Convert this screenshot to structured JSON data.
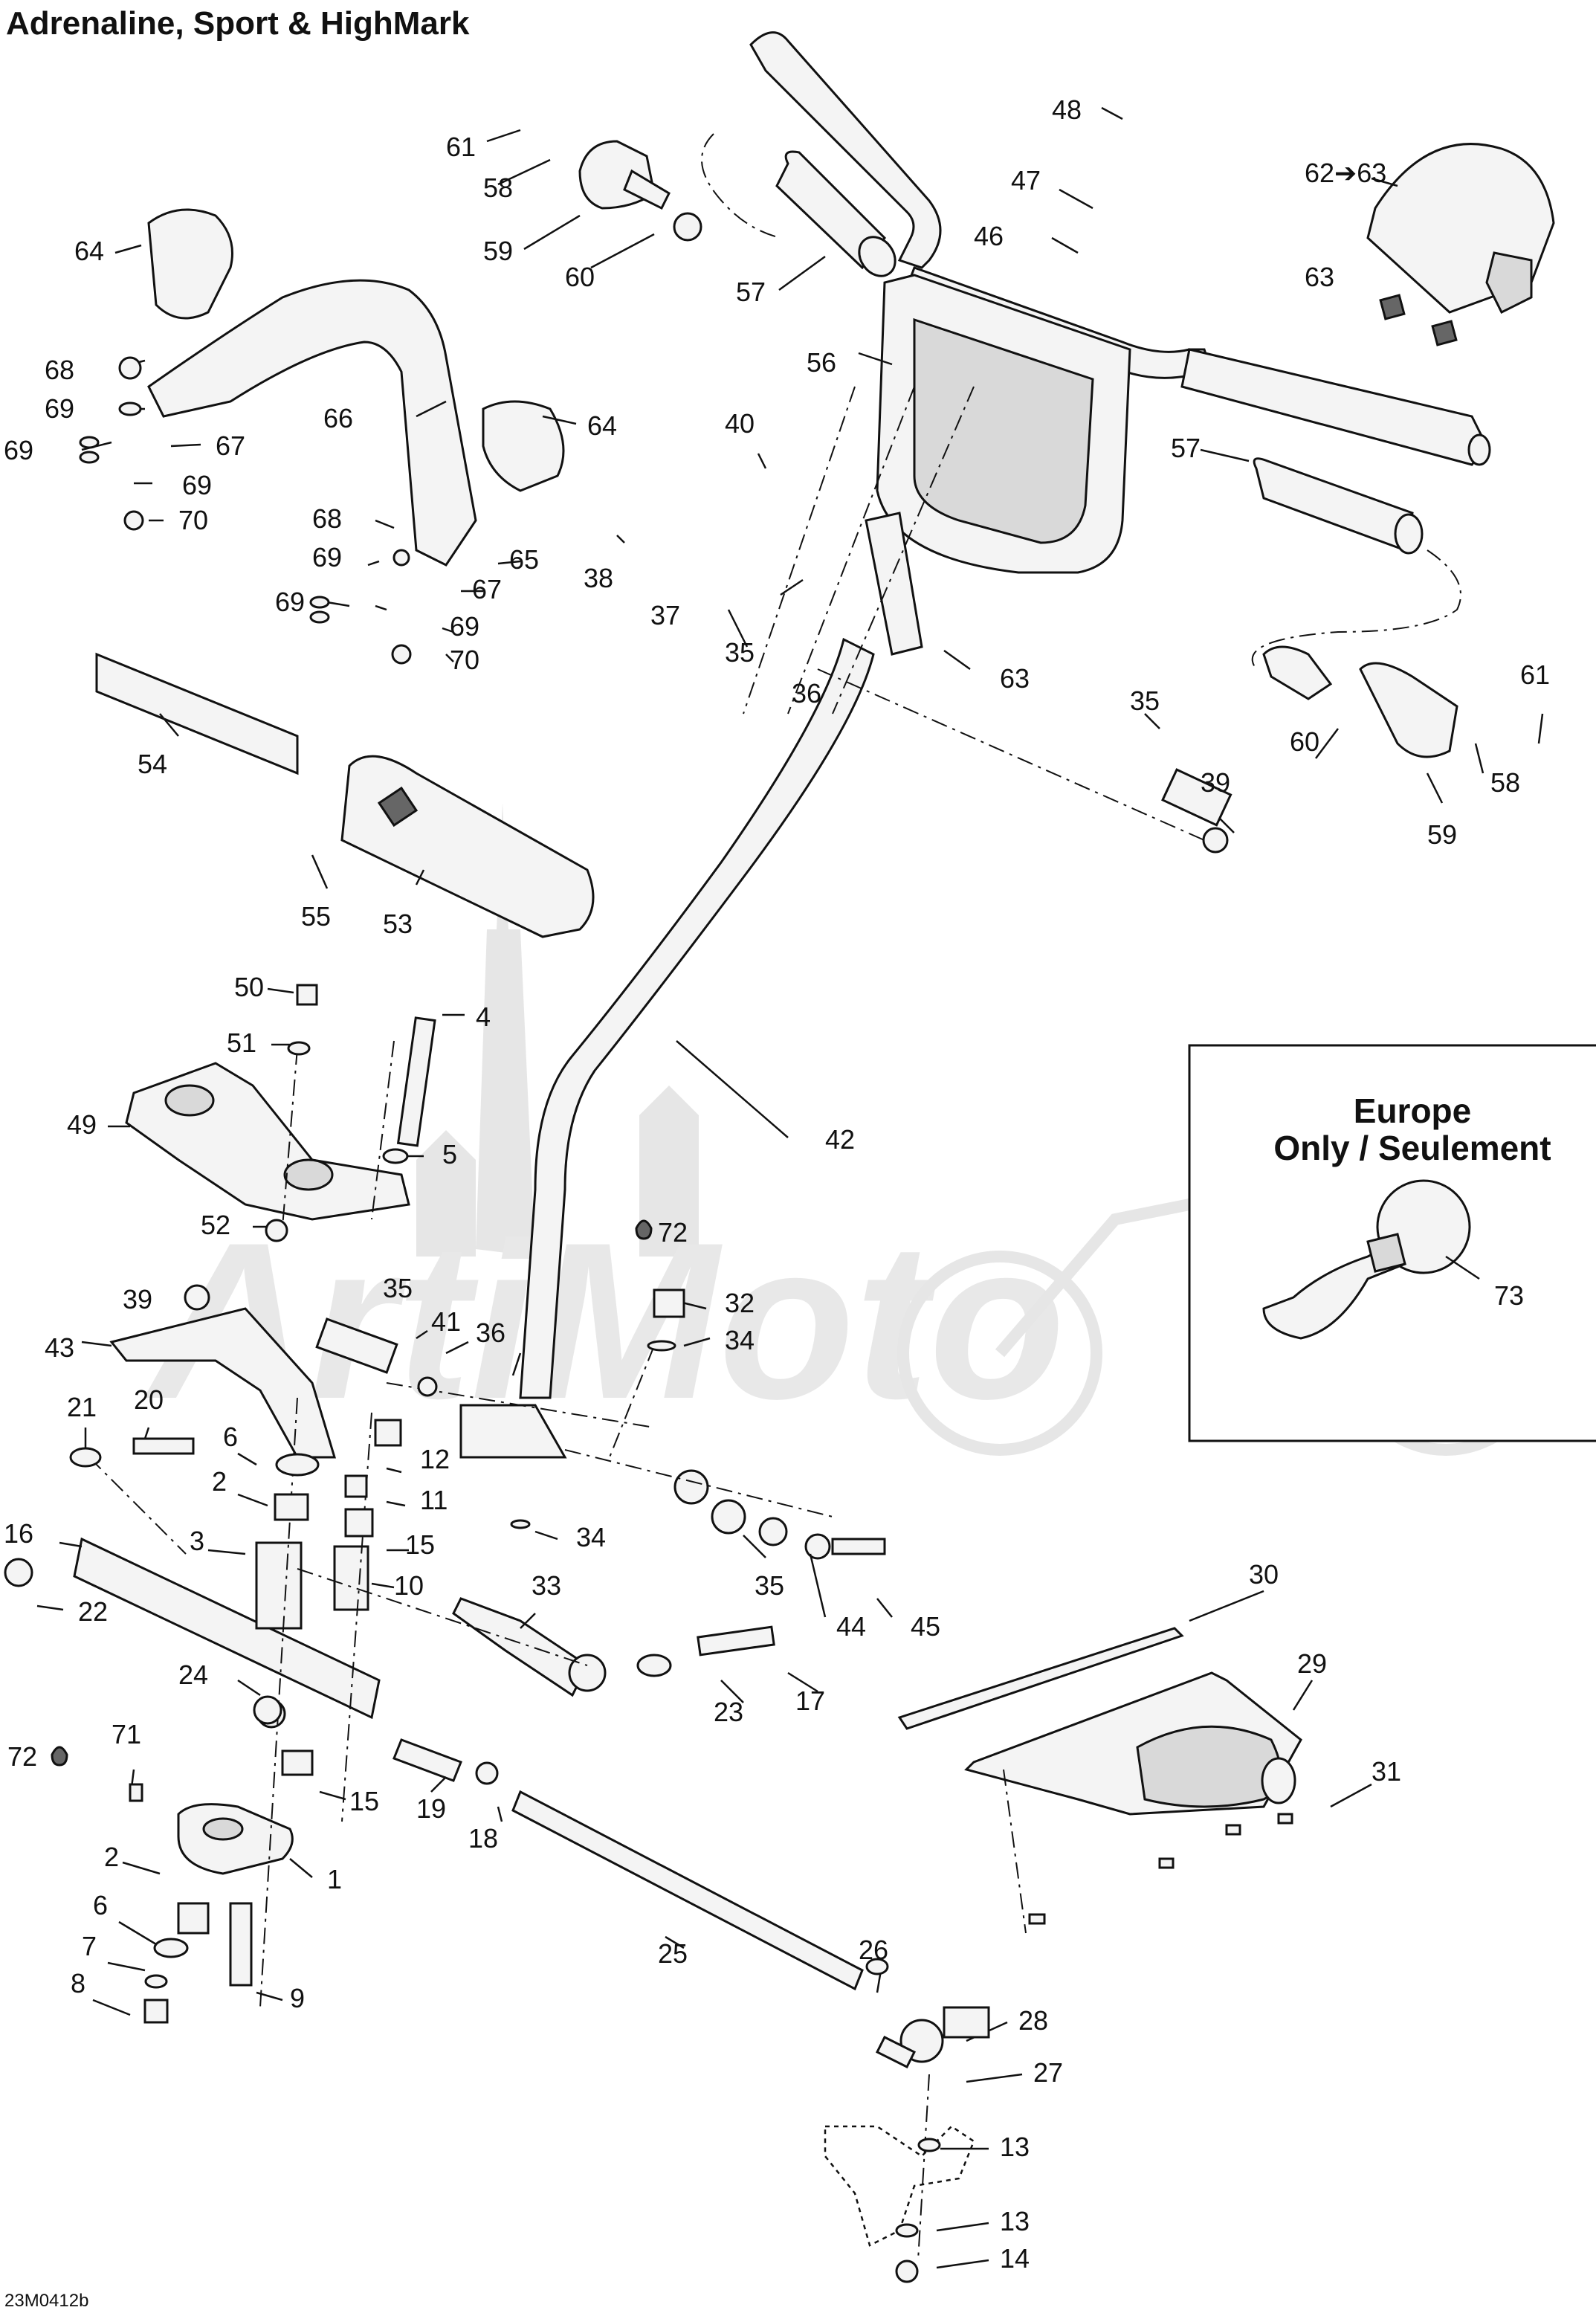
{
  "title": "Adrenaline, Sport & HighMark",
  "drawing_code": "23M0412b",
  "inset": {
    "title_line1": "Europe",
    "title_line2": "Only / Seulement",
    "label": "73"
  },
  "watermark": "ArtiMoto",
  "callouts": {
    "c61a": "61",
    "c58a": "58",
    "c59a": "59",
    "c60a": "60",
    "c57a": "57",
    "c48": "48",
    "c47": "47",
    "c46": "46",
    "c6263": "62➔63",
    "c63a": "63",
    "c64a": "64",
    "c68a": "68",
    "c69a": "69",
    "c69b": "69",
    "c67a": "67",
    "c69c": "69",
    "c70a": "70",
    "c66": "66",
    "c64b": "64",
    "c56": "56",
    "c40": "40",
    "c57b": "57",
    "c68b": "68",
    "c69d": "69",
    "c65": "65",
    "c38": "38",
    "c69e": "69",
    "c67b": "67",
    "c69f": "69",
    "c70b": "70",
    "c37": "37",
    "c35a": "35",
    "c36a": "36",
    "c63b": "63",
    "c35b": "35",
    "c61b": "61",
    "c39a": "39",
    "c60b": "60",
    "c58b": "58",
    "c59b": "59",
    "c54": "54",
    "c55": "55",
    "c53": "53",
    "c50": "50",
    "c4": "4",
    "c51": "51",
    "c42": "42",
    "c49": "49",
    "c5": "5",
    "c52": "52",
    "c72a": "72",
    "c39b": "39",
    "c35c": "35",
    "c32": "32",
    "c41": "41",
    "c36b": "36",
    "c34a": "34",
    "c43": "43",
    "c21": "21",
    "c20": "20",
    "c6a": "6",
    "c12": "12",
    "c2a": "2",
    "c11": "11",
    "c16": "16",
    "c3": "3",
    "c15a": "15",
    "c34b": "34",
    "c10": "10",
    "c22": "22",
    "c33": "33",
    "c35d": "35",
    "c44": "44",
    "c45": "45",
    "c30": "30",
    "c24": "24",
    "c23": "23",
    "c17": "17",
    "c29": "29",
    "c72b": "72",
    "c71": "71",
    "c15b": "15",
    "c19": "19",
    "c18": "18",
    "c31": "31",
    "c1": "1",
    "c2b": "2",
    "c6b": "6",
    "c25": "25",
    "c7": "7",
    "c26": "26",
    "c8": "8",
    "c9": "9",
    "c28": "28",
    "c27": "27",
    "c13a": "13",
    "c13b": "13",
    "c14": "14"
  }
}
